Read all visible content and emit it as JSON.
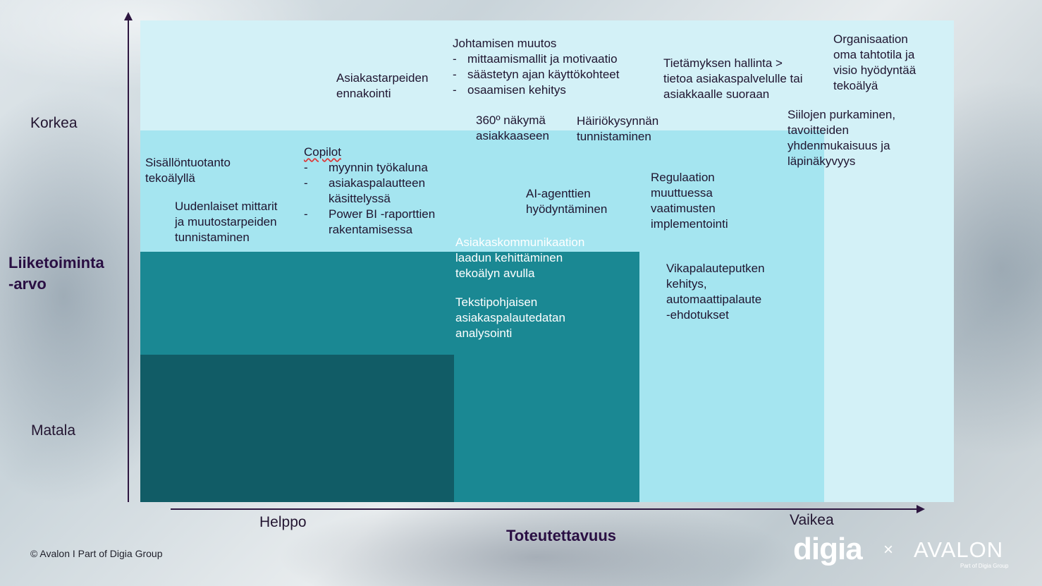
{
  "axes": {
    "y_title": "Liiketoiminta\n-arvo",
    "y_high": "Korkea",
    "y_low": "Matala",
    "x_title": "Toteutettavuus",
    "x_easy": "Helppo",
    "x_hard": "Vaikea"
  },
  "items": {
    "asiakastarpeiden": "Asiakastarpeiden\nennakointi",
    "johtaminen_title": "Johtamisen muutos",
    "johtaminen_points": [
      "mittaamismallit ja motivaatio",
      "säästetyn ajan käyttökohteet",
      "osaamisen kehitys"
    ],
    "tietamys": "Tietämyksen hallinta >\ntietoa asiakaspalvelulle tai\nasiakkaalle suoraan",
    "organisaatio": "Organisaation\noma tahtotila ja\nvisio hyödyntää\ntekoälyä",
    "nakyma": "360º näkymä\nasiakkaaseen",
    "hairio": "Häiriökysynnän\ntunnistaminen",
    "siilojen": "Siilojen purkaminen,\ntavoitteiden\nyhdenmukaisuus ja\nläpinäkyvyys",
    "sisallon": "Sisällöntuotanto\ntekoälyllä",
    "copilot_title": "Copilot",
    "copilot_points": [
      "myynnin työkaluna",
      "asiakaspalautteen\nkäsittelyssä",
      "Power BI -raporttien\nrakentamisessa"
    ],
    "mittarit": "Uudenlaiset mittarit\nja muutostarpeiden\ntunnistaminen",
    "agentit": "AI-agenttien\nhyödyntäminen",
    "regulaatio": "Regulaation\nmuuttuessa\nvaatimusten\nimplementointi",
    "kommunikaatio": "Asiakaskommunikaation\nlaadun kehittäminen\ntekoälyn avulla",
    "tekstipohjainen": "Tekstipohjaisen\nasiakaspalautedatan\nanalysointi",
    "vikapalaute": "Vikapalauteputken\nkehitys,\nautomaattipalaute\n-ehdotukset"
  },
  "footer": {
    "copyright": "© Avalon  I  Part of Digia Group",
    "logo_digia": "digia",
    "logo_x": "×",
    "logo_avalon": "AVALON",
    "logo_sub": "Part of Digia Group"
  },
  "colors": {
    "zone_lightest": "#d3f1f7",
    "zone_light": "#a5e5f0",
    "zone_mid": "#1a8893",
    "zone_dark": "#115c66",
    "axis": "#2d1640"
  }
}
